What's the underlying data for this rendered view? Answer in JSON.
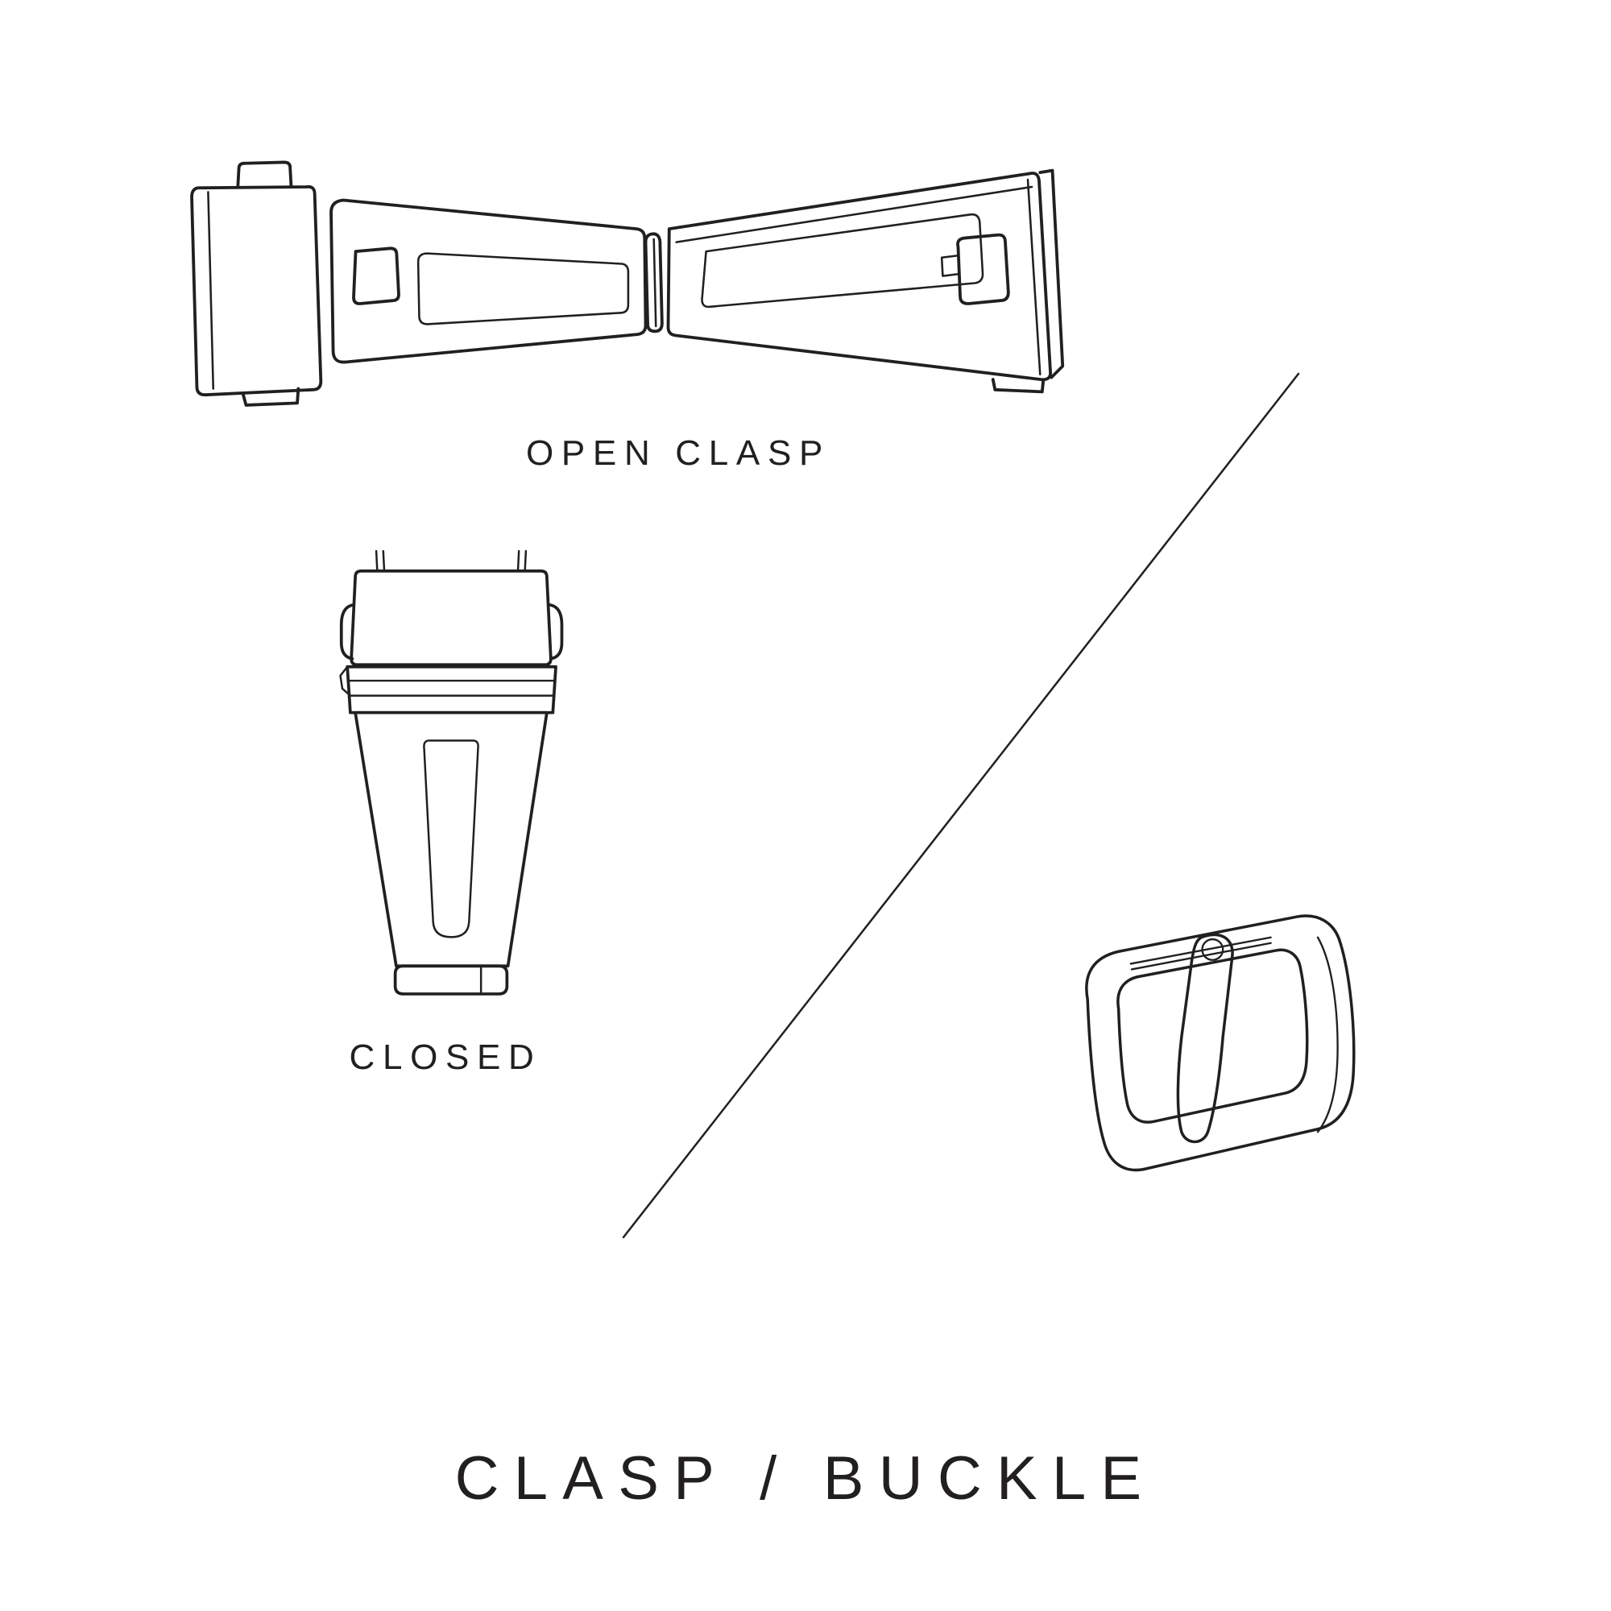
{
  "page": {
    "background_color": "#ffffff",
    "line_color": "#221f20"
  },
  "labels": {
    "open_clasp": "OPEN CLASP",
    "closed": "CLOSED",
    "title": "CLASP / BUCKLE"
  },
  "illustrations": [
    {
      "name": "open-clasp",
      "caption": "OPEN CLASP",
      "description": "deployant watch clasp shown open, two arms hinged at center"
    },
    {
      "name": "closed-clasp",
      "caption": "CLOSED",
      "description": "watch clasp shown closed, top view"
    },
    {
      "name": "tang-buckle",
      "caption": "",
      "description": "tang buckle with prong, three-quarter view"
    }
  ]
}
